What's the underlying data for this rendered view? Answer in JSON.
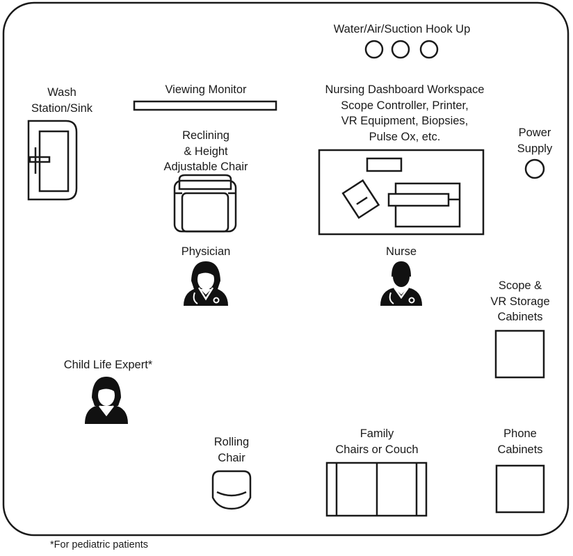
{
  "labels": {
    "hookup": "Water/Air/Suction Hook Up",
    "wash": "Wash\nStation/Sink",
    "monitor": "Viewing Monitor",
    "nursing": "Nursing Dashboard Workspace\nScope Controller, Printer,\nVR Equipment, Biopsies,\nPulse Ox, etc.",
    "power": "Power\nSupply",
    "chair": "Reclining\n& Height\nAdjustable Chair",
    "physician": "Physician",
    "nurse": "Nurse",
    "scope_storage": "Scope &\nVR Storage\nCabinets",
    "child_life": "Child Life Expert*",
    "rolling_chair": "Rolling\nChair",
    "family": "Family\nChairs or Couch",
    "phone": "Phone\nCabinets"
  },
  "footnote": "*For pediatric patients",
  "icons": {
    "hookup_ports": [
      "port-icon",
      "port-icon",
      "port-icon"
    ],
    "physician": "female-doctor-icon",
    "nurse": "male-nurse-icon",
    "child_life": "female-person-icon"
  },
  "colors": {
    "stroke": "#1a1a1a",
    "fill": "#111111",
    "background": "#ffffff"
  }
}
